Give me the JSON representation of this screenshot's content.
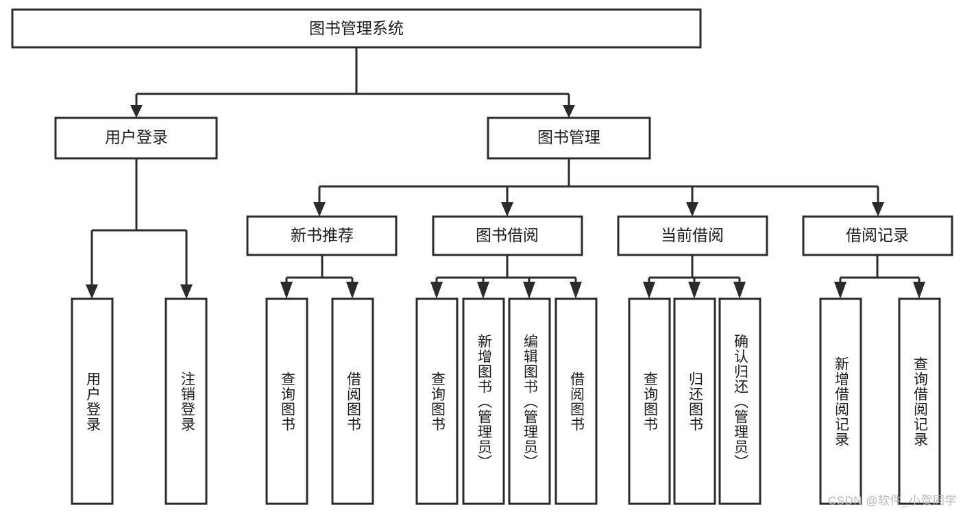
{
  "diagram": {
    "type": "tree-hierarchy-chart",
    "title": "图书管理系统",
    "watermark": "CSDN @软件_小贺同学",
    "colors": {
      "stroke": "#2b2b2b",
      "fill": "#ffffff",
      "text": "#1c1c1c",
      "watermark": "#b9b9b9"
    },
    "levels": {
      "root": {
        "label": "图书管理系统"
      },
      "level2": [
        {
          "label": "用户登录"
        },
        {
          "label": "图书管理"
        }
      ],
      "level3": [
        {
          "label": "新书推荐"
        },
        {
          "label": "图书借阅"
        },
        {
          "label": "当前借阅"
        },
        {
          "label": "借阅记录"
        }
      ],
      "leaves": {
        "user_login": [
          {
            "label": "用户登录"
          },
          {
            "label": "注销登录"
          }
        ],
        "new_book_recommend": [
          {
            "label": "查询图书"
          },
          {
            "label": "借阅图书"
          }
        ],
        "book_borrow": [
          {
            "label": "查询图书"
          },
          {
            "label": "新增图书（管理员）"
          },
          {
            "label": "编辑图书（管理员）"
          },
          {
            "label": "借阅图书"
          }
        ],
        "current_borrow": [
          {
            "label": "查询图书"
          },
          {
            "label": "归还图书"
          },
          {
            "label": "确认归还（管理员）"
          }
        ],
        "borrow_record": [
          {
            "label": "新增借阅记录"
          },
          {
            "label": "查询借阅记录"
          }
        ]
      }
    }
  }
}
